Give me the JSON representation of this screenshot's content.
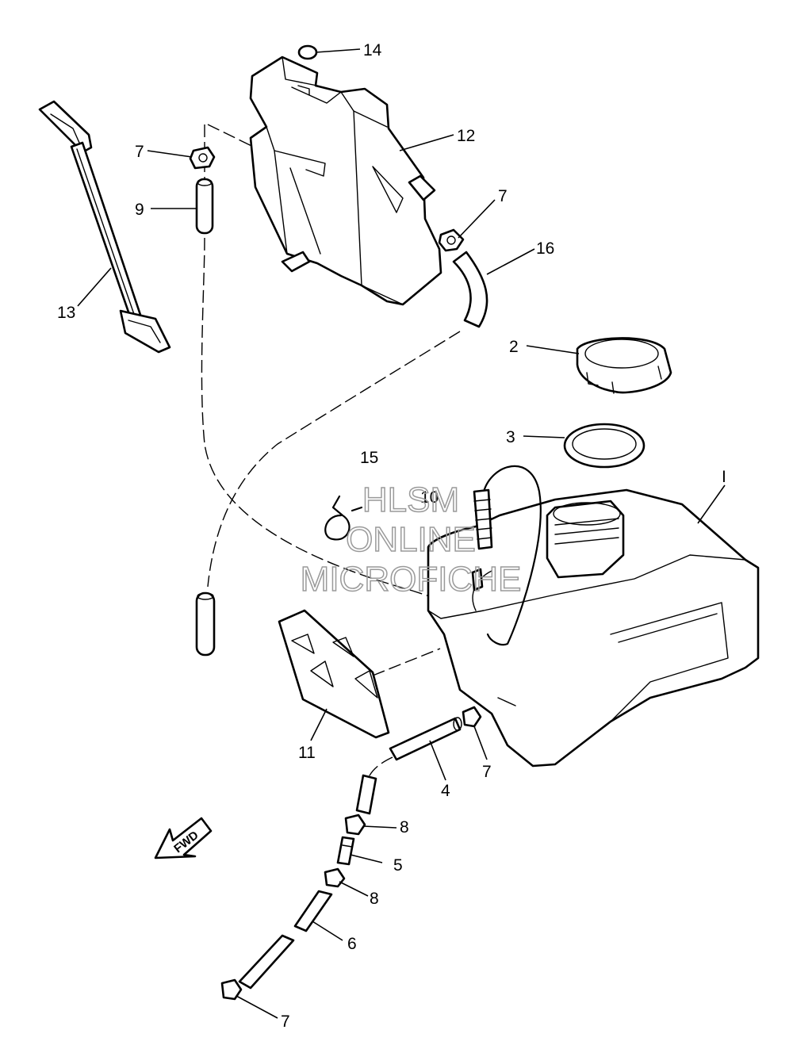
{
  "callouts": [
    {
      "id": "c14",
      "label": "14"
    },
    {
      "id": "c12",
      "label": "12"
    },
    {
      "id": "c7a",
      "label": "7"
    },
    {
      "id": "c9",
      "label": "9"
    },
    {
      "id": "c7b",
      "label": "7"
    },
    {
      "id": "c16",
      "label": "16"
    },
    {
      "id": "c13",
      "label": "13"
    },
    {
      "id": "c2",
      "label": "2"
    },
    {
      "id": "c3",
      "label": "3"
    },
    {
      "id": "c15",
      "label": "15"
    },
    {
      "id": "c10",
      "label": "10"
    },
    {
      "id": "c1",
      "label": "I"
    },
    {
      "id": "c11",
      "label": "11"
    },
    {
      "id": "c4",
      "label": "4"
    },
    {
      "id": "c7c",
      "label": "7"
    },
    {
      "id": "c8a",
      "label": "8"
    },
    {
      "id": "c5",
      "label": "5"
    },
    {
      "id": "c8b",
      "label": "8"
    },
    {
      "id": "c6",
      "label": "6"
    },
    {
      "id": "c7d",
      "label": "7"
    }
  ],
  "direction_arrow": {
    "label": "FWD",
    "icon": "fwd-arrow-icon"
  },
  "watermark": {
    "line1": "HLSM",
    "line2": "ONLINE",
    "line3": "MICROFICHE",
    "color": "#9a9a9a"
  }
}
